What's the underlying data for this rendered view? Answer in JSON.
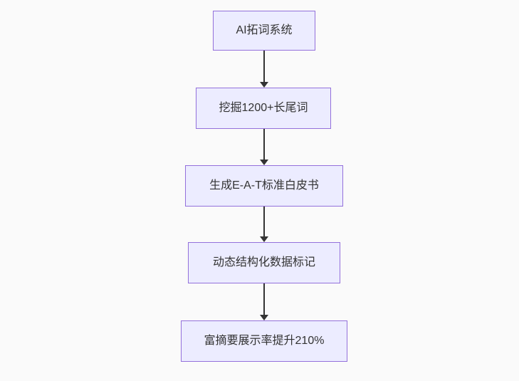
{
  "diagram": {
    "type": "flowchart",
    "direction": "top-down",
    "nodes": [
      {
        "id": "A",
        "label": "AI拓词系统"
      },
      {
        "id": "B",
        "label": "挖掘1200+长尾词"
      },
      {
        "id": "C",
        "label": "生成E-A-T标准白皮书"
      },
      {
        "id": "D",
        "label": "动态结构化数据标记"
      },
      {
        "id": "E",
        "label": "富摘要展示率提升210%"
      }
    ],
    "edges": [
      {
        "from": "A",
        "to": "B"
      },
      {
        "from": "B",
        "to": "C"
      },
      {
        "from": "C",
        "to": "D"
      },
      {
        "from": "D",
        "to": "E"
      }
    ],
    "colors": {
      "background": "#fafafa",
      "node_fill": "#ECECFF",
      "node_border": "#9370DB",
      "node_text": "#333333",
      "arrow": "#333333"
    }
  }
}
